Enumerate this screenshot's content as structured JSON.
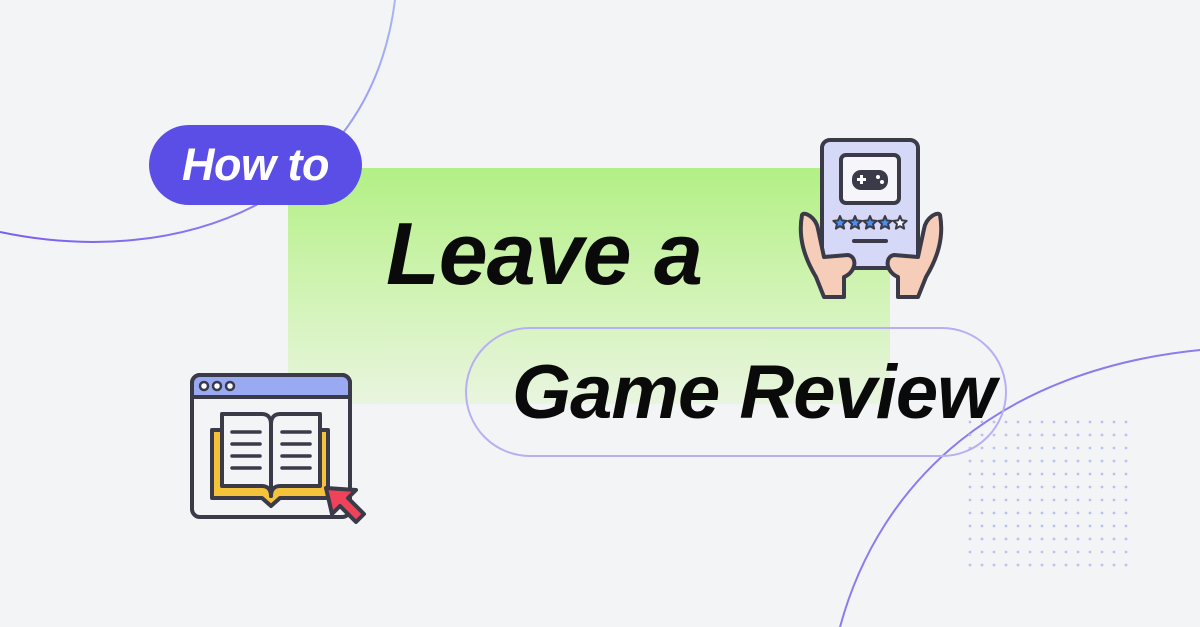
{
  "badge": {
    "label": "How to"
  },
  "title": {
    "line1": "Leave a",
    "line2": "Game Review"
  },
  "colors": {
    "background": "#f3f4f6",
    "badge": "#5b4ee6",
    "highlight": "#b2f085",
    "outline": "#b9aef3",
    "curve": "#8a7cf0"
  },
  "icons": {
    "tablet": "game-rating-tablet-icon",
    "book": "book-browser-icon",
    "cursor": "cursor-arrow-icon",
    "controller": "gamepad-icon",
    "stars": "star-rating-icon",
    "dots": "dot-grid-decor"
  },
  "rating": {
    "stars_filled": 4,
    "stars_total": 5
  }
}
